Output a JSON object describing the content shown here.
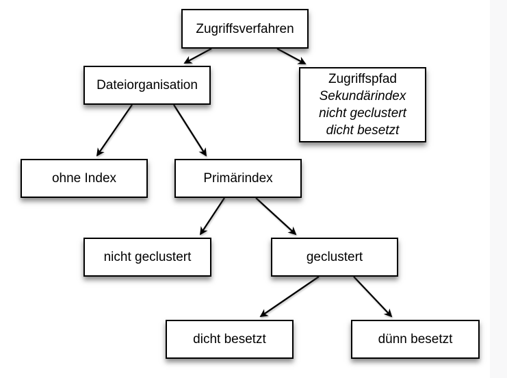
{
  "diagram": {
    "nodes": {
      "zugriffsverfahren": {
        "label": "Zugriffsverfahren"
      },
      "dateiorganisation": {
        "label": "Dateiorganisation"
      },
      "zugriffspfad": {
        "lines": [
          "Zugriffspfad",
          "Sekundärindex",
          "nicht geclustert",
          "dicht besetzt"
        ]
      },
      "ohne_index": {
        "label": "ohne Index"
      },
      "primaerindex": {
        "label": "Primärindex"
      },
      "nicht_geclustert": {
        "label": "nicht geclustert"
      },
      "geclustert": {
        "label": "geclustert"
      },
      "dicht_besetzt": {
        "label": "dicht besetzt"
      },
      "duenn_besetzt": {
        "label": "dünn besetzt"
      }
    },
    "edges": [
      {
        "from": "zugriffsverfahren",
        "to": "dateiorganisation"
      },
      {
        "from": "zugriffsverfahren",
        "to": "zugriffspfad"
      },
      {
        "from": "dateiorganisation",
        "to": "ohne_index"
      },
      {
        "from": "dateiorganisation",
        "to": "primaerindex"
      },
      {
        "from": "primaerindex",
        "to": "nicht_geclustert"
      },
      {
        "from": "primaerindex",
        "to": "geclustert"
      },
      {
        "from": "geclustert",
        "to": "dicht_besetzt"
      },
      {
        "from": "geclustert",
        "to": "duenn_besetzt"
      }
    ],
    "colors": {
      "background": "#ffffff",
      "box_fill": "#ffffff",
      "box_border": "#000000",
      "text": "#000000",
      "arrow": "#000000",
      "right_band": "#f8f8f9"
    }
  }
}
